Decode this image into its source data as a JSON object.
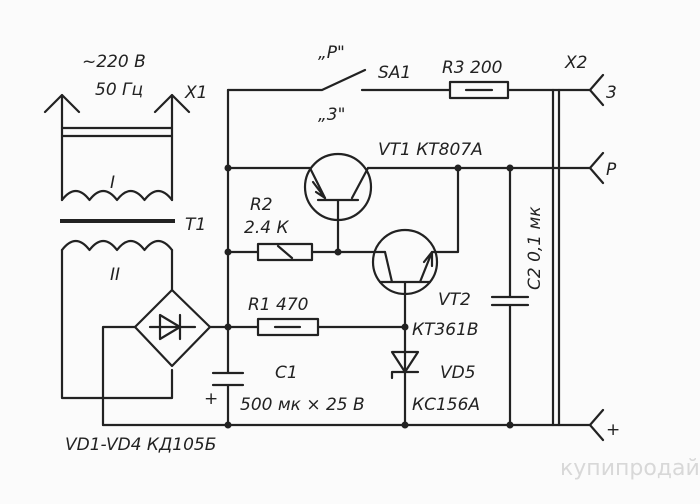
{
  "labels": {
    "mains_voltage": "~220 В",
    "mains_freq": "50 Гц",
    "x1": "X1",
    "winding_primary": "I",
    "winding_secondary": "II",
    "t1": "T1",
    "bridge": "VD1-VD4  КД105Б",
    "switch_pos_r": "„Р\"",
    "switch_pos_3": "„3\"",
    "sa1": "SA1",
    "r3": "R3  200",
    "x2": "X2",
    "pin_3": "3",
    "pin_p": "Р",
    "pin_plus": "+",
    "vt1": "VT1  КТ807А",
    "r2_name": "R2",
    "r2_value": "2.4 К",
    "r1": "R1  470",
    "vt2_name": "VT2",
    "vt2_type": "КТ361В",
    "vd5_name": "VD5",
    "vd5_type": "КС156А",
    "c1_name": "С1",
    "c1_value": "500 мк × 25 В",
    "c1_polarity": "+",
    "c2": "С2  0,1 мк",
    "watermark": "купипродай"
  }
}
